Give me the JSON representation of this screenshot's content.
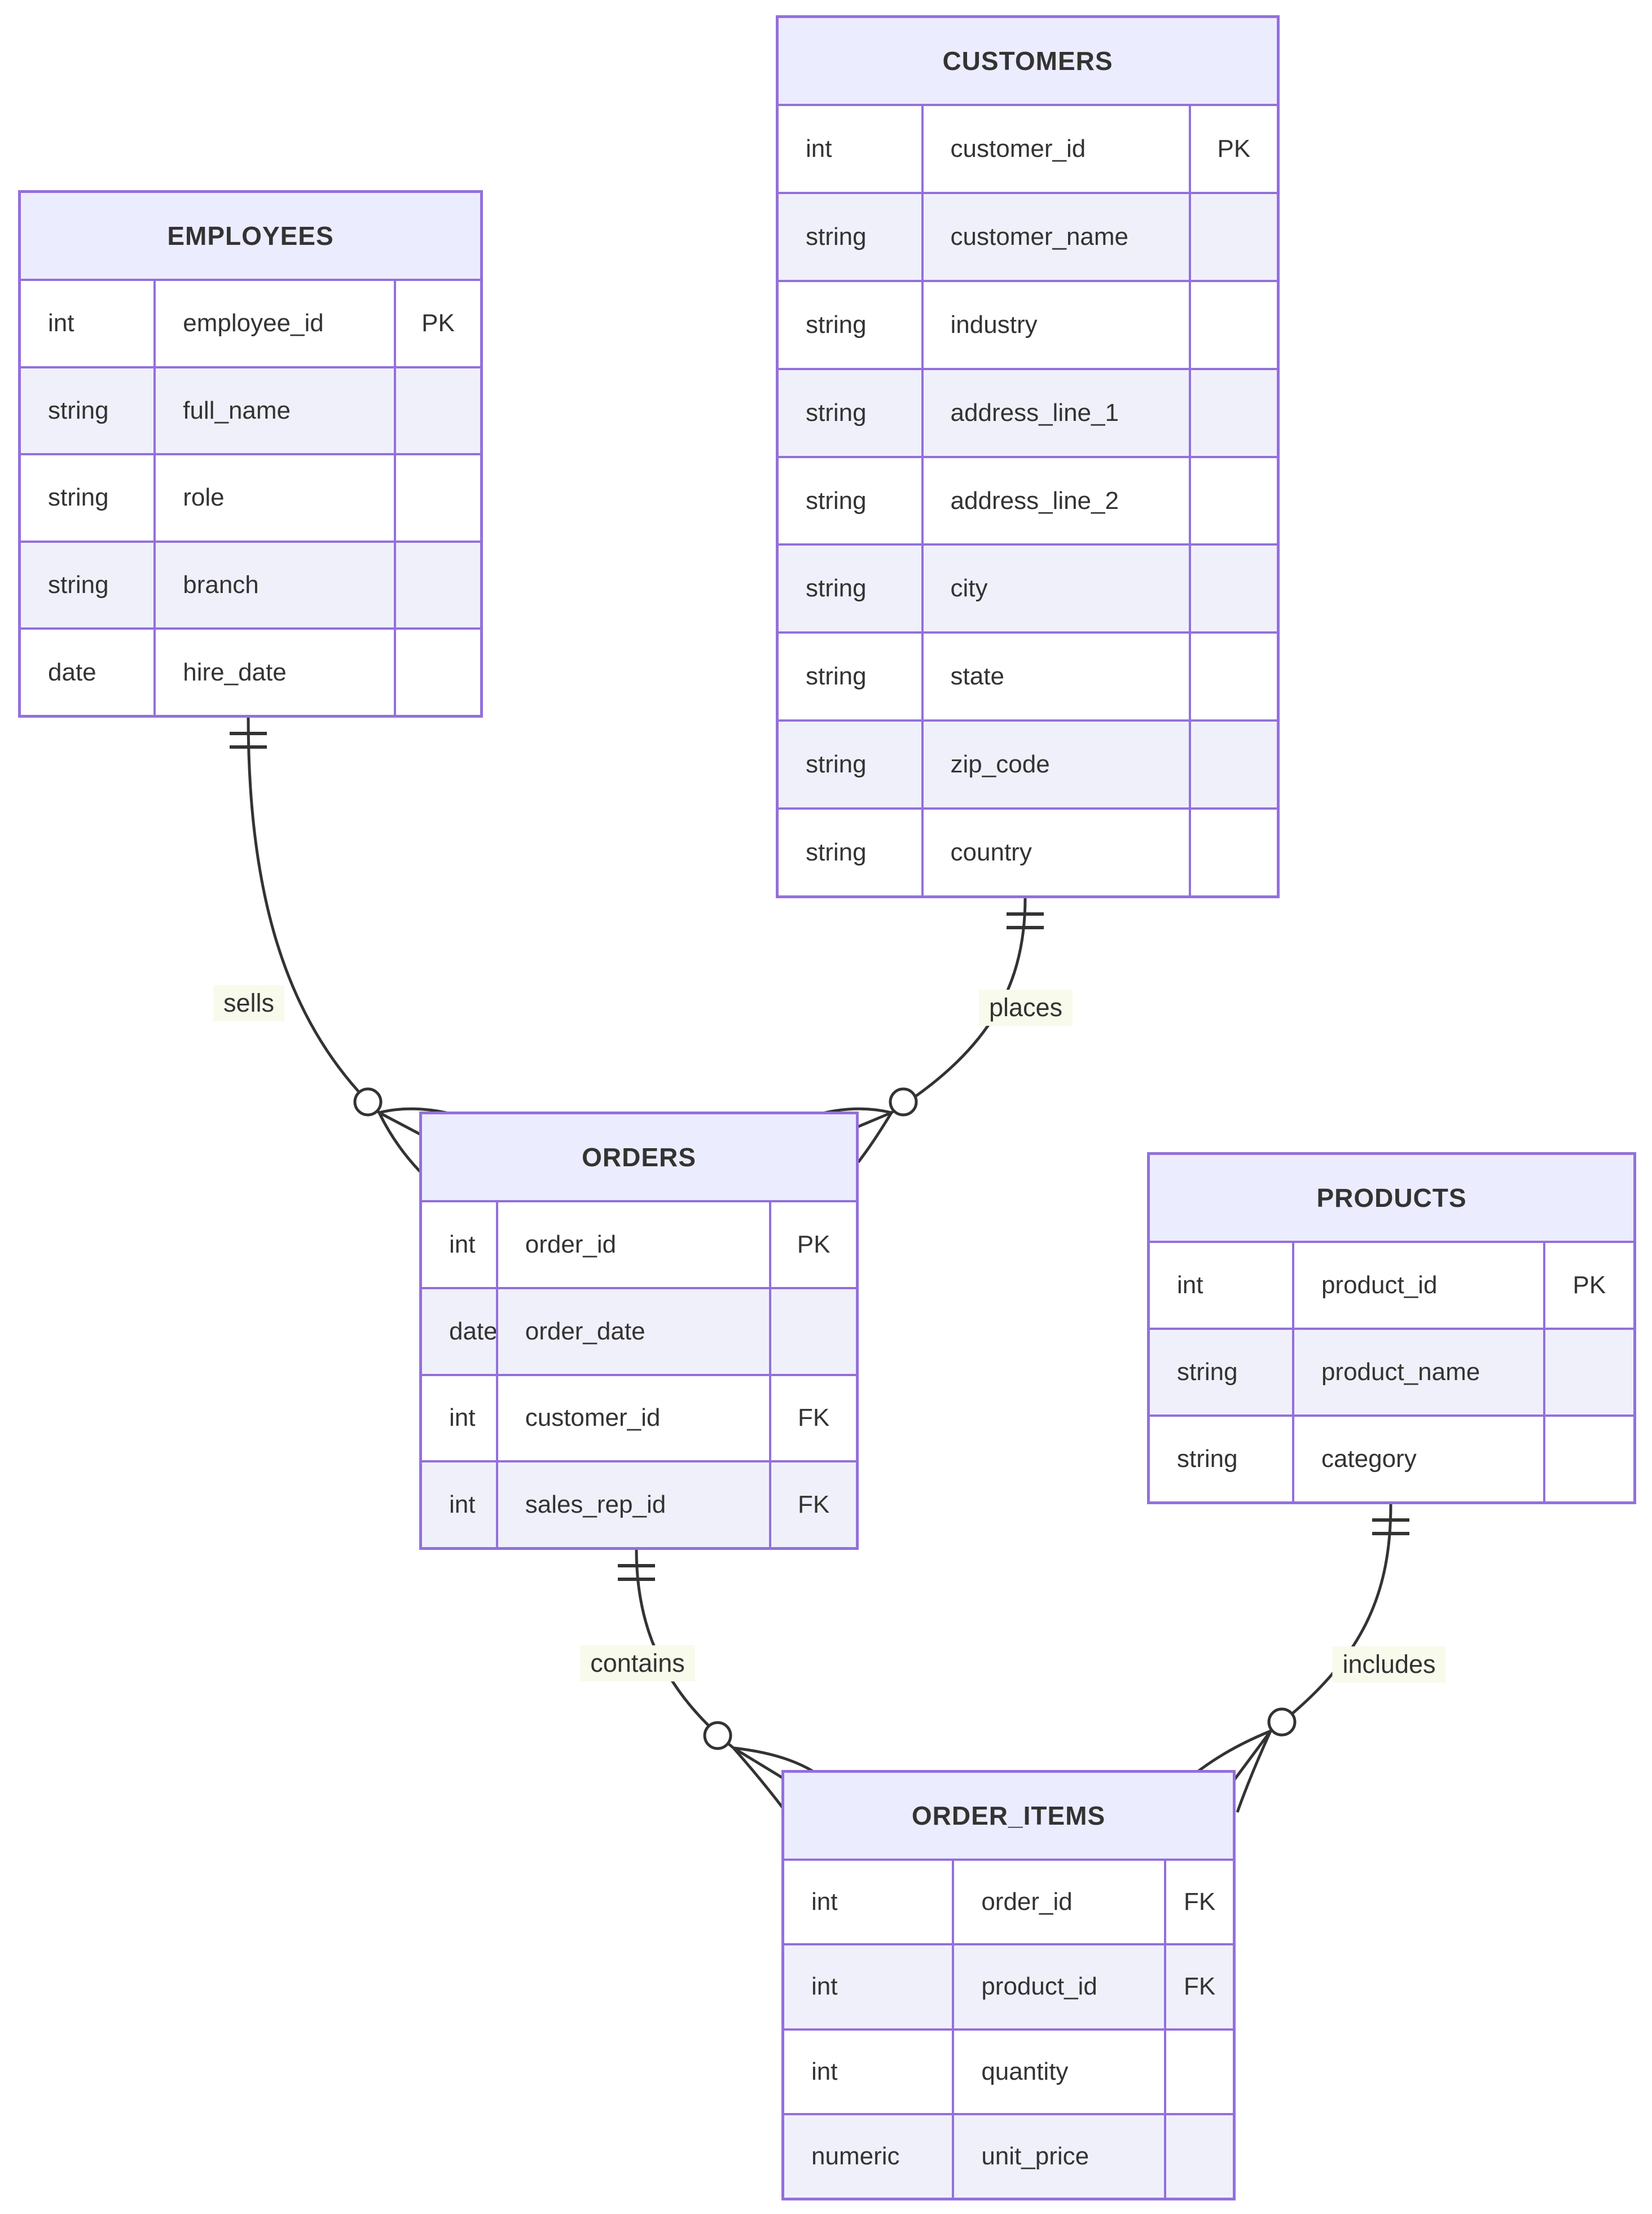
{
  "diagram": {
    "type": "entity-relationship",
    "notation": "crows-foot"
  },
  "colors": {
    "entity_border": "#9370DB",
    "entity_header_fill": "#ECECFF",
    "row_even_fill": "#F0F0FB",
    "row_odd_fill": "#FFFFFF",
    "text": "#333333",
    "relationship_line": "#333333",
    "relationship_label_background": "#F8FAEC",
    "canvas_background": "#FFFFFF"
  },
  "entities": [
    {
      "id": "employees",
      "name": "EMPLOYEES",
      "attributes": [
        {
          "type": "int",
          "name": "employee_id",
          "key": "PK"
        },
        {
          "type": "string",
          "name": "full_name",
          "key": ""
        },
        {
          "type": "string",
          "name": "role",
          "key": ""
        },
        {
          "type": "string",
          "name": "branch",
          "key": ""
        },
        {
          "type": "date",
          "name": "hire_date",
          "key": ""
        }
      ]
    },
    {
      "id": "customers",
      "name": "CUSTOMERS",
      "attributes": [
        {
          "type": "int",
          "name": "customer_id",
          "key": "PK"
        },
        {
          "type": "string",
          "name": "customer_name",
          "key": ""
        },
        {
          "type": "string",
          "name": "industry",
          "key": ""
        },
        {
          "type": "string",
          "name": "address_line_1",
          "key": ""
        },
        {
          "type": "string",
          "name": "address_line_2",
          "key": ""
        },
        {
          "type": "string",
          "name": "city",
          "key": ""
        },
        {
          "type": "string",
          "name": "state",
          "key": ""
        },
        {
          "type": "string",
          "name": "zip_code",
          "key": ""
        },
        {
          "type": "string",
          "name": "country",
          "key": ""
        }
      ]
    },
    {
      "id": "orders",
      "name": "ORDERS",
      "attributes": [
        {
          "type": "int",
          "name": "order_id",
          "key": "PK"
        },
        {
          "type": "date",
          "name": "order_date",
          "key": ""
        },
        {
          "type": "int",
          "name": "customer_id",
          "key": "FK"
        },
        {
          "type": "int",
          "name": "sales_rep_id",
          "key": "FK"
        }
      ]
    },
    {
      "id": "products",
      "name": "PRODUCTS",
      "attributes": [
        {
          "type": "int",
          "name": "product_id",
          "key": "PK"
        },
        {
          "type": "string",
          "name": "product_name",
          "key": ""
        },
        {
          "type": "string",
          "name": "category",
          "key": ""
        }
      ]
    },
    {
      "id": "order_items",
      "name": "ORDER_ITEMS",
      "attributes": [
        {
          "type": "int",
          "name": "order_id",
          "key": "FK"
        },
        {
          "type": "int",
          "name": "product_id",
          "key": "FK"
        },
        {
          "type": "int",
          "name": "quantity",
          "key": ""
        },
        {
          "type": "numeric",
          "name": "unit_price",
          "key": ""
        }
      ]
    }
  ],
  "relationships": [
    {
      "label": "sells",
      "from": "EMPLOYEES",
      "to": "ORDERS",
      "from_cardinality": "one-and-only-one",
      "to_cardinality": "zero-or-many"
    },
    {
      "label": "places",
      "from": "CUSTOMERS",
      "to": "ORDERS",
      "from_cardinality": "one-and-only-one",
      "to_cardinality": "zero-or-many"
    },
    {
      "label": "contains",
      "from": "ORDERS",
      "to": "ORDER_ITEMS",
      "from_cardinality": "one-and-only-one",
      "to_cardinality": "zero-or-many"
    },
    {
      "label": "includes",
      "from": "PRODUCTS",
      "to": "ORDER_ITEMS",
      "from_cardinality": "one-and-only-one",
      "to_cardinality": "zero-or-many"
    }
  ]
}
